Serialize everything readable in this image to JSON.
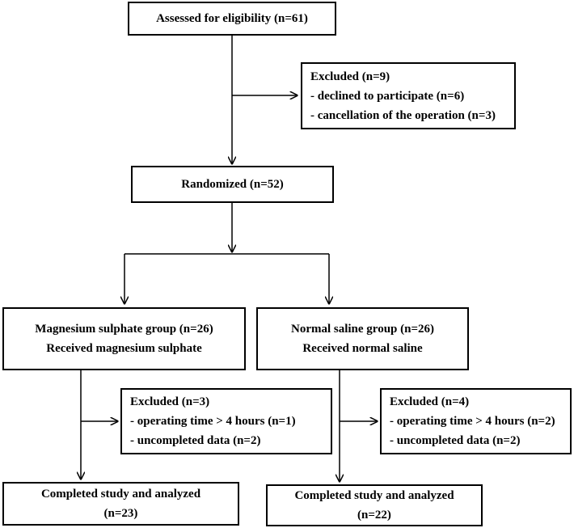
{
  "assessed": {
    "text": "Assessed for eligibility (n=61)"
  },
  "excluded_top": {
    "title": "Excluded (n=9)",
    "items": [
      "- declined to participate (n=6)",
      "- cancellation of the operation (n=3)"
    ]
  },
  "randomized": {
    "text": "Randomized (n=52)"
  },
  "mag_group": {
    "line1": "Magnesium sulphate group (n=26)",
    "line2": "Received magnesium sulphate"
  },
  "saline_group": {
    "line1": "Normal saline group (n=26)",
    "line2": "Received normal saline"
  },
  "excluded_mag": {
    "title": "Excluded (n=3)",
    "items": [
      "- operating time > 4 hours (n=1)",
      "- uncompleted data (n=2)"
    ]
  },
  "excluded_saline": {
    "title": "Excluded (n=4)",
    "items": [
      "- operating time > 4 hours (n=2)",
      "- uncompleted data (n=2)"
    ]
  },
  "completed_mag": {
    "line1": "Completed study and analyzed",
    "line2": "(n=23)"
  },
  "completed_saline": {
    "line1": "Completed study and analyzed",
    "line2": "(n=22)"
  }
}
